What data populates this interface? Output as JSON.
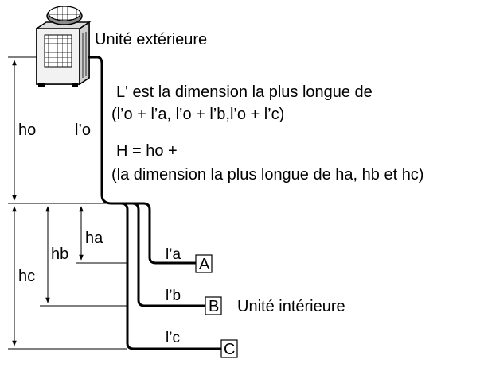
{
  "labels": {
    "outdoor_unit": "Unité extérieure",
    "indoor_unit": "Unité intérieure",
    "l_formula_1": "L' est la dimension la plus longue de",
    "l_formula_2": "(l’o + l’a, l’o + l’b,l’o + l’c)",
    "h_formula_1": "H = ho +",
    "h_formula_2": "(la dimension la plus longue de ha, hb et hc)",
    "ho": "ho",
    "lo": "l’o",
    "hc": "hc",
    "hb": "hb",
    "ha": "ha",
    "la": "l’a",
    "lb": "l’b",
    "lc": "l’c"
  },
  "units": {
    "a": "A",
    "b": "B",
    "c": "C"
  }
}
